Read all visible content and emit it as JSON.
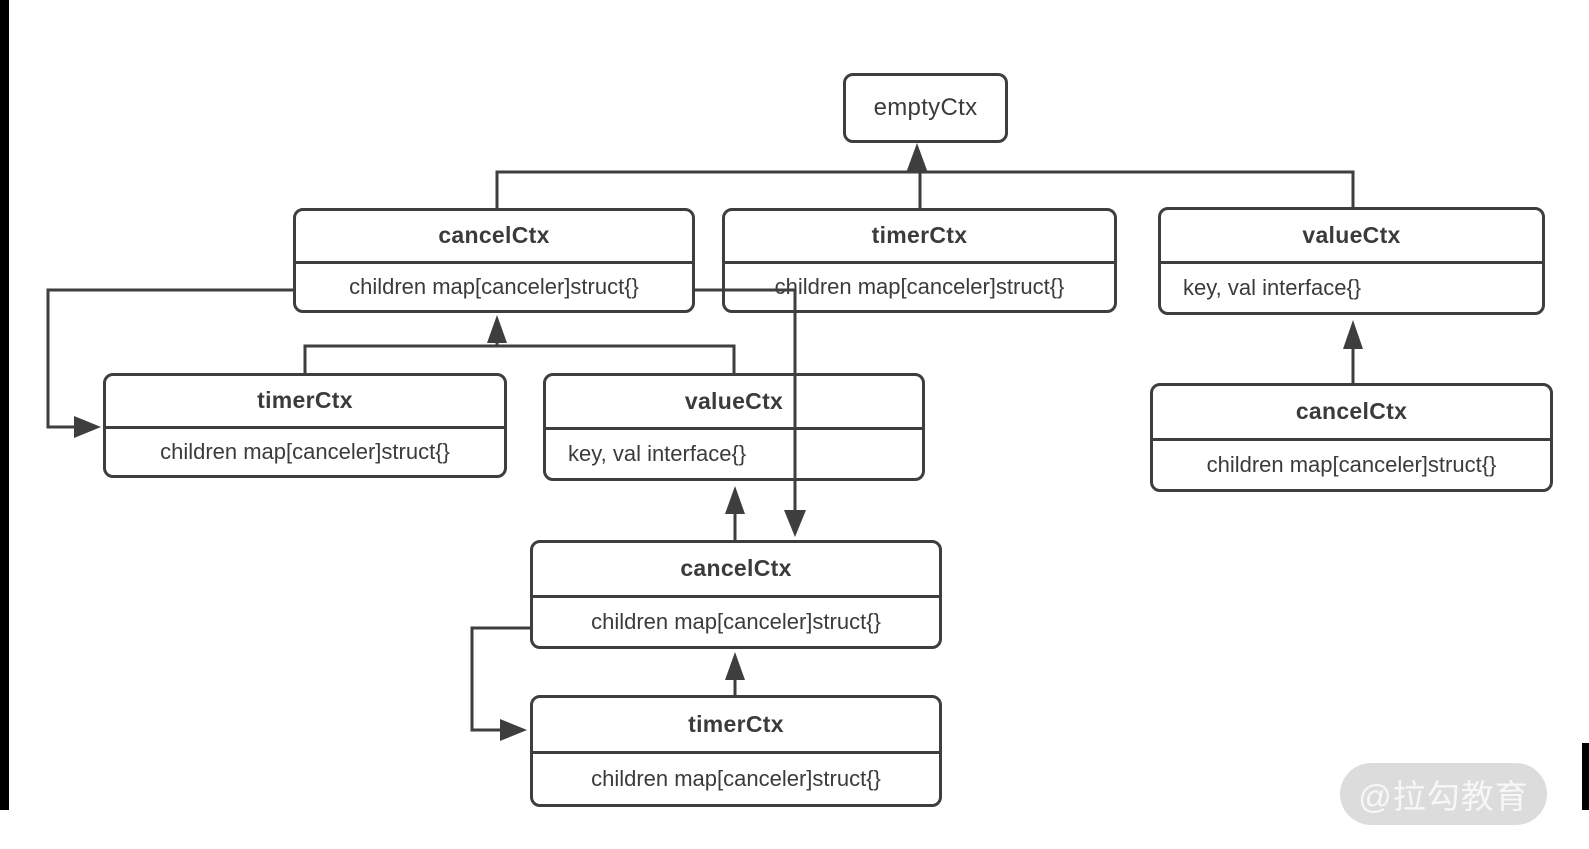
{
  "diagram": {
    "nodes": [
      {
        "title": "emptyCtx"
      },
      {
        "title": "cancelCtx",
        "body": "children map[canceler]struct{}"
      },
      {
        "title": "timerCtx",
        "body": "children map[canceler]struct{}"
      },
      {
        "title": "valueCtx",
        "body": "key, val interface{}"
      },
      {
        "title": "timerCtx",
        "body": "children map[canceler]struct{}"
      },
      {
        "title": "valueCtx",
        "body": "key, val interface{}"
      },
      {
        "title": "cancelCtx",
        "body": "children map[canceler]struct{}"
      },
      {
        "title": "cancelCtx",
        "body": "children map[canceler]struct{}"
      },
      {
        "title": "timerCtx",
        "body": "children map[canceler]struct{}"
      }
    ],
    "watermark": "@拉勾教育",
    "colors": {
      "line": "#3e3e3e",
      "text": "#3b3b3b",
      "watermark_bg": "#dcdcdc",
      "watermark_text": "#f7f7f7"
    }
  }
}
